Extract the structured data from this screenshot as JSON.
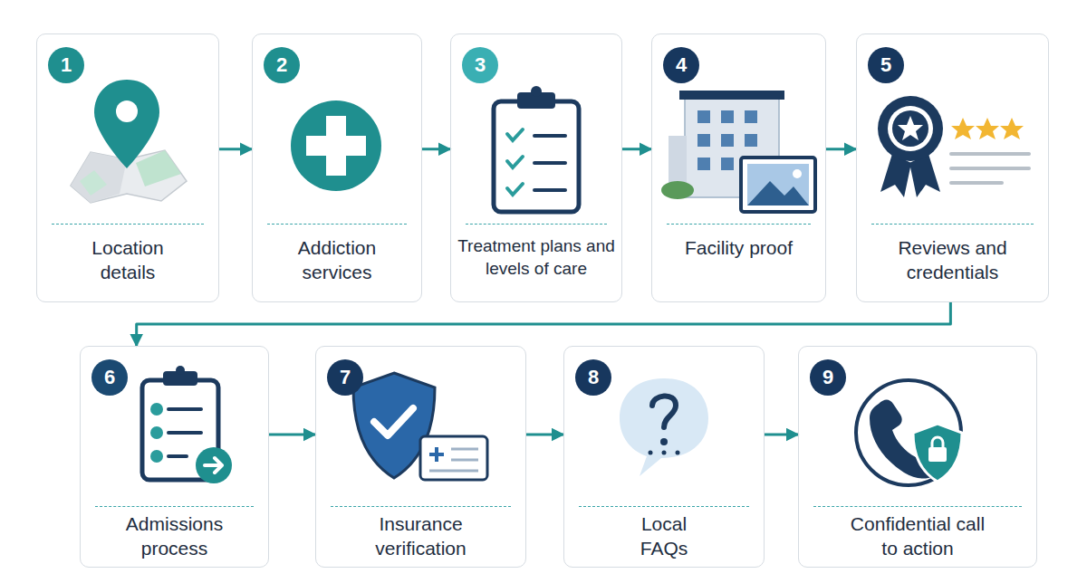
{
  "diagram": {
    "nodes": [
      {
        "text": [
          "Location details"
        ]
      },
      {
        "text": [
          "1"
        ],
        "in": 0
      },
      {
        "text": [
          "Addiction services"
        ]
      },
      {
        "text": [
          "2"
        ],
        "in": 2
      },
      {
        "text": [
          "Treatment plans and levels of care"
        ]
      },
      {
        "text": [
          "3"
        ],
        "in": 4
      },
      {
        "text": [
          "Facility proof"
        ]
      },
      {
        "text": [
          "4"
        ],
        "in": 6
      },
      {
        "text": [
          "Reviews and credentials"
        ]
      },
      {
        "text": [
          "5"
        ],
        "in": 8
      },
      {
        "text": [
          "Admissions process"
        ]
      },
      {
        "text": [
          "6"
        ],
        "in": 10
      },
      {
        "text": [
          "Insurance verification"
        ]
      },
      {
        "text": [
          "7"
        ],
        "in": 12
      },
      {
        "text": [
          "Local FAQs"
        ]
      },
      {
        "text": [
          "8"
        ],
        "in": 14
      },
      {
        "text": [
          "Confidential call to action"
        ]
      },
      {
        "text": [
          "9"
        ],
        "in": 16
      }
    ],
    "edges": [
      {
        "from": 0,
        "to": 2,
        "arrow": "to"
      },
      {
        "from": 2,
        "to": 4,
        "arrow": "to"
      },
      {
        "from": 4,
        "to": 6,
        "arrow": "to"
      },
      {
        "from": 6,
        "to": 8,
        "arrow": "to"
      },
      {
        "from": 8,
        "to": 10,
        "arrow": "to"
      },
      {
        "from": 10,
        "to": 12,
        "arrow": "to"
      },
      {
        "from": 12,
        "to": 14,
        "arrow": "to"
      },
      {
        "from": 14,
        "to": 16,
        "arrow": "to"
      }
    ]
  }
}
